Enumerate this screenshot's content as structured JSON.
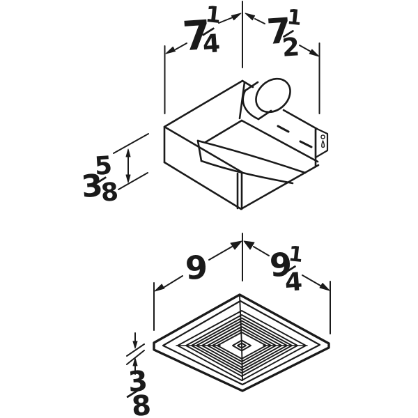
{
  "colors": {
    "ink": "#1a1a1a",
    "background": "#ffffff"
  },
  "dimensions": {
    "housing_width_left": {
      "whole": "7",
      "numerator": "1",
      "denominator": "4"
    },
    "housing_width_right": {
      "whole": "7",
      "numerator": "1",
      "denominator": "2"
    },
    "housing_depth": {
      "whole": "3",
      "numerator": "5",
      "denominator": "8"
    },
    "grille_width_left": {
      "whole": "9"
    },
    "grille_width_right": {
      "whole": "9",
      "numerator": "1",
      "denominator": "4"
    },
    "grille_thickness": {
      "numerator": "3",
      "denominator": "8"
    }
  }
}
